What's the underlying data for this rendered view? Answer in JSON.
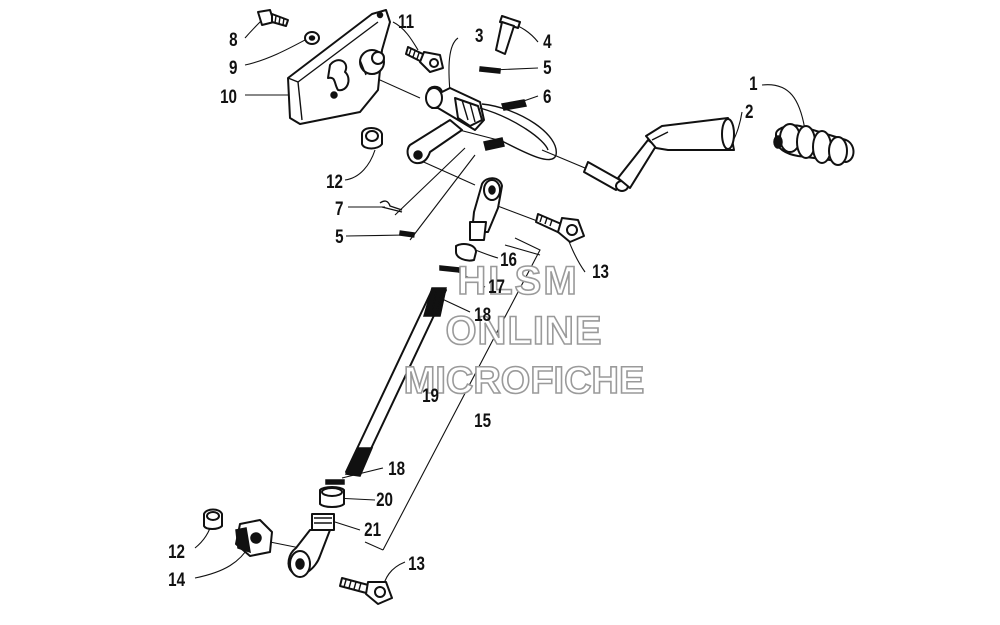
{
  "watermark": {
    "line1": "HLSM",
    "line2": "ONLINE",
    "line3": "MICROFICHE"
  },
  "callouts": {
    "c1": "1",
    "c2": "2",
    "c3": "3",
    "c4": "4",
    "c5a": "5",
    "c5b": "5",
    "c6": "6",
    "c7": "7",
    "c8": "8",
    "c9": "9",
    "c10": "10",
    "c11": "11",
    "c12a": "12",
    "c12b": "12",
    "c13a": "13",
    "c13b": "13",
    "c14": "14",
    "c15": "15",
    "c16": "16",
    "c17": "17",
    "c18a": "18",
    "c18b": "18",
    "c19": "19",
    "c20": "20",
    "c21": "21"
  },
  "icons": {
    "shift_lever": "shift-lever-icon",
    "grip": "grip-icon",
    "mount_bracket": "bracket-icon",
    "tie_rod": "threaded-rod-icon",
    "rod_end": "rod-end-icon",
    "bolt": "bolt-icon",
    "nut": "nut-icon",
    "spring": "spring-icon"
  }
}
